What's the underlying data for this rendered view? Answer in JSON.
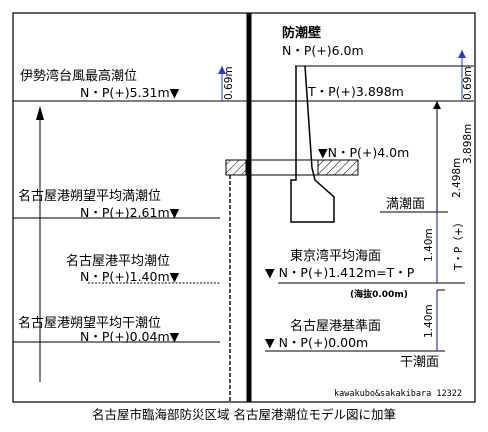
{
  "diagram": {
    "levels": {
      "ise_wan_typhoon": {
        "name": "伊勢湾台風最高潮位",
        "value": "N・P(+)5.31m▼"
      },
      "spring_high": {
        "name": "名古屋港朔望平均満潮位",
        "value": "N・P(+)2.61m▼"
      },
      "mean": {
        "name": "名古屋港平均潮位",
        "value": "N・P(+)1.40m▼"
      },
      "spring_low": {
        "name": "名古屋港朔望平均干潮位",
        "value": "N・P(+)0.04m▼"
      }
    },
    "seawall": {
      "name": "防潮壁",
      "value": "N・P(+)6.0m"
    },
    "tp_level": "T・P(+)3.898m",
    "wall_base": "▼N・P(+)4.0m",
    "high_tide_face": "満潮面",
    "tokyo_mean": {
      "name": "東京湾平均海面",
      "value": "▼ N・P(+)1.412m=T・P",
      "note": "(海抜0.00m)"
    },
    "datum": {
      "name": "名古屋港基準面",
      "value": "▼ N・P(+)0.00m"
    },
    "low_tide_face": "干潮面",
    "dims": {
      "d069_left": "0.69m",
      "d069_right": "0.69m",
      "d2498": "2.498m",
      "d3898": "3.898m",
      "tp": "T・P（+）",
      "d140_upper": "1.40m",
      "d140_lower": "1.40m"
    },
    "credit": "kawakubo&sakakibara 12322",
    "caption": "名古屋市臨海部防災区域 名古屋港潮位モデル図に加筆"
  }
}
